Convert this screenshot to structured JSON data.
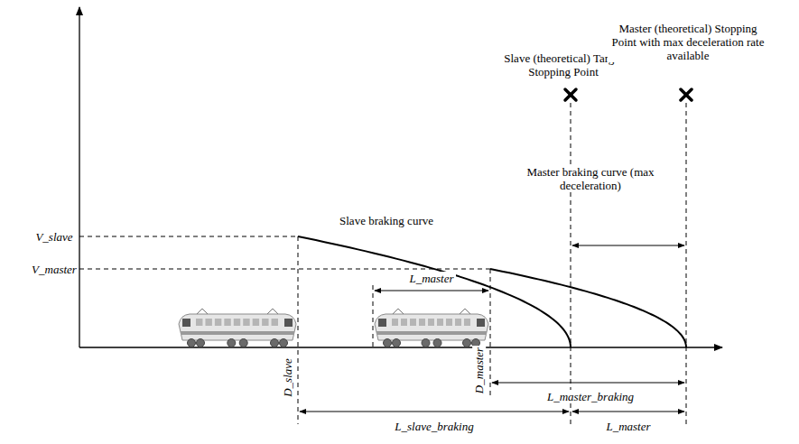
{
  "diagram": {
    "labels": [
      "V_slave",
      "V_master",
      "Slave braking curve",
      "Slave (theoretical) Target Stopping Point",
      "Master (theoretical) Stopping Point with max deceleration rate available",
      "Master braking curve (max deceleration)",
      "L_master",
      "D_slave",
      "D_master",
      "L_master_braking",
      "L_slave_braking",
      "L_master"
    ]
  }
}
